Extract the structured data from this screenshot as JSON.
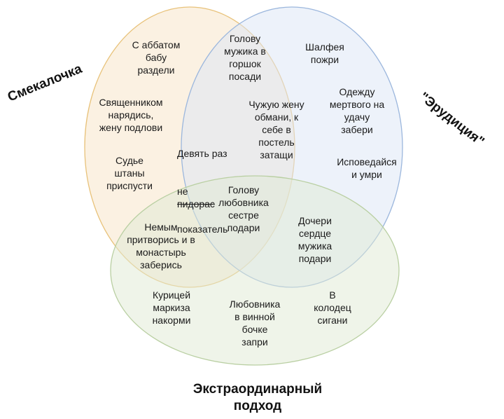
{
  "sets": {
    "left": {
      "label": "Смекалочка",
      "stroke": "#e8c27a",
      "fill": "#f7e3c6"
    },
    "right": {
      "label": "\"Эрудиция\"",
      "stroke": "#9cb7dd",
      "fill": "#dbe6f5"
    },
    "bottom": {
      "label": "Экстраординарный\nподход",
      "stroke": "#b9cfa2",
      "fill": "#dfe9d3"
    }
  },
  "regions": {
    "left_only_1": "С аббатом\nбабу\nраздели",
    "left_only_2": "Священником\nнарядись,\nжену подлови",
    "left_only_3": "Судье\nштаны\nприспусти",
    "left_right_1": "Голову\nмужика в\nгоршок\nпосади",
    "left_right_2": "Чужую жену\nобмани, к\nсебе в\nпостель\nзатащи",
    "left_right_3": {
      "line1": "Девять раз",
      "line2_prefix": "не",
      "line2_struck": "пидорас",
      "line3": "показатель"
    },
    "right_only_1": "Шалфея\nпожри",
    "right_only_2": "Одежду\nмертвого на\nудачу\nзабери",
    "right_only_3": "Исповедайся\nи умри",
    "center": "Голову\nлюбовника\nсестре\nподари",
    "left_bottom": "Немым\nпритворись и в\nмонастырь\nзаберись",
    "right_bottom": "Дочери\nсердце\nмужика\nподари",
    "bottom_only_1": "Курицей\nмаркиза\nнакорми",
    "bottom_only_2": "Любовника\nв винной\nбочке\nзапри",
    "bottom_only_3": "В\nколодец\nсигани"
  }
}
